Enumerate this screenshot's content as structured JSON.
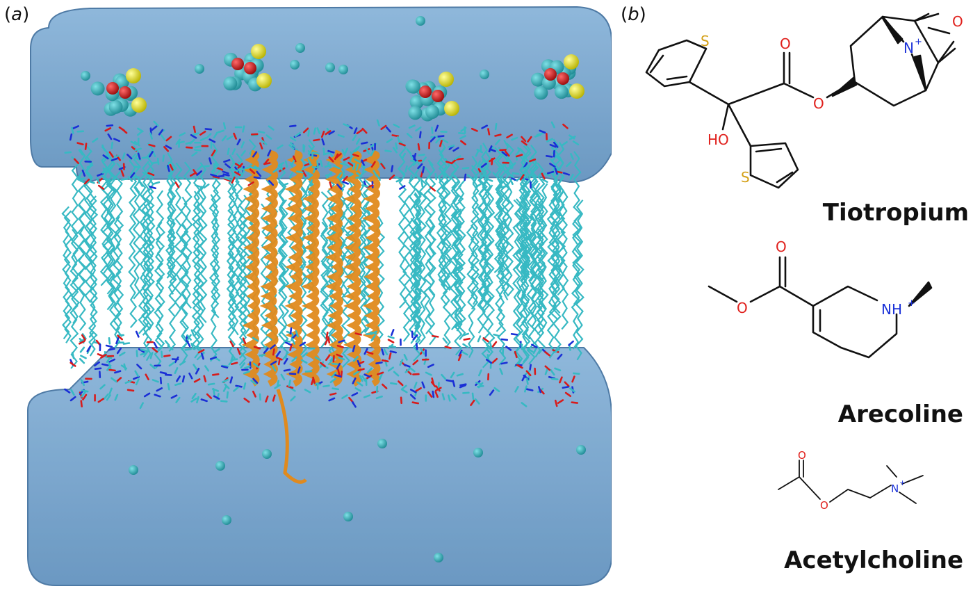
{
  "panels": {
    "a": {
      "label_open": "(",
      "label_letter": "a",
      "label_close": ")"
    },
    "b": {
      "label_open": "(",
      "label_letter": "b",
      "label_close": ")"
    }
  },
  "molecules": {
    "tiotropium": {
      "name": "Tiotropium",
      "atoms": {
        "s1": "S",
        "s2": "S",
        "o_carbonyl": "O",
        "o_ester": "O",
        "hydroxyl": "HO",
        "n": "N",
        "n_charge": "+",
        "o_epoxide": "O"
      }
    },
    "arecoline": {
      "name": "Arecoline",
      "atoms": {
        "o_carbonyl": "O",
        "o_ester": "O",
        "nh": "NH",
        "n_charge": "+"
      }
    },
    "acetylcholine": {
      "name": "Acetylcholine",
      "atoms": {
        "o_carbonyl": "O",
        "o_ester": "O",
        "n": "N",
        "n_charge": "+"
      }
    }
  },
  "colors": {
    "water": "#6d9cc7",
    "water_edge": "#3f6f9e",
    "lipid": "#37b9c3",
    "protein": "#e08a1e",
    "oxygen_atom": "#d81b1b",
    "nitrogen_atom": "#1a2fd6",
    "sulfur_atom": "#e6e63a",
    "label_oxygen": "#e0201c",
    "label_nitrogen": "#1b32d8",
    "label_sulfur": "#d4a017"
  }
}
